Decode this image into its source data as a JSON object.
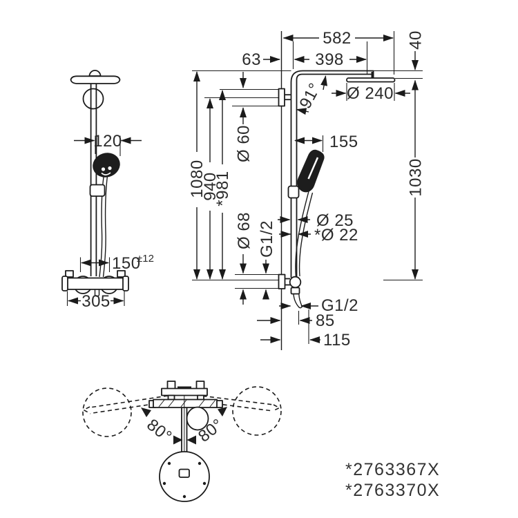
{
  "drawing": {
    "front_view": {
      "handshower_width": "120",
      "inlet_distance": "150",
      "inlet_tolerance": "±12",
      "valve_width": "305"
    },
    "side_view": {
      "total_width": "582",
      "wall_to_pipe": "63",
      "pipe_to_head_center": "398",
      "head_drop": "40",
      "head_diameter": "Ø 240",
      "head_angle": "91°",
      "bracket_diameter": "Ø 60",
      "total_height": "1080",
      "bracket_height": "940",
      "bracket_height_alt": "*981",
      "head_height": "1030",
      "handshower_offset": "155",
      "pipe_diameter": "Ø 25",
      "pipe_diameter_alt": "*Ø 22",
      "valve_escutcheon_diameter": "Ø 68",
      "inlet_thread": "G1/2",
      "outlet_thread": "G1/2",
      "outlet_offset": "85",
      "hose_offset": "115"
    },
    "top_view": {
      "swivel_angle_left": "80°",
      "swivel_angle_right": "80°"
    },
    "product_codes": [
      "*2763367X",
      "*2763370X"
    ]
  }
}
